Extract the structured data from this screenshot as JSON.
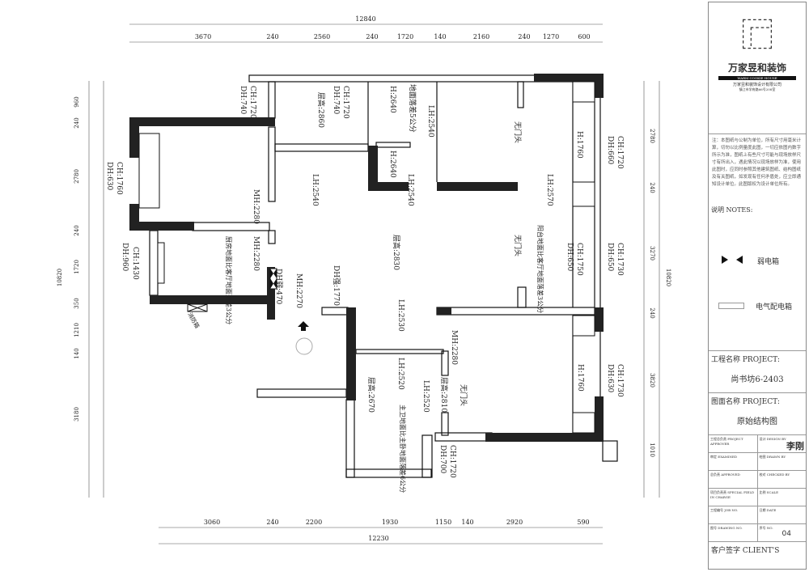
{
  "dimensions": {
    "top_total": "12840",
    "top": [
      "3670",
      "240",
      "2560",
      "240",
      "1720",
      "140",
      "2160",
      "240",
      "1270",
      "600"
    ],
    "bottom_total": "12230",
    "bottom": [
      "3060",
      "240",
      "2200",
      "1930",
      "1150",
      "140",
      "2920",
      "590"
    ],
    "left_total": "10820",
    "left": [
      "960",
      "240",
      "2780",
      "240",
      "1720",
      "350",
      "1210",
      "140",
      "3180"
    ],
    "right_total": "10820",
    "right": [
      "2780",
      "240",
      "3270",
      "240",
      "3820",
      "1010"
    ]
  },
  "labels": {
    "ch1720a": "CH:1720",
    "dh740a": "DH:740",
    "ch1720b": "CH:1720",
    "dh740b": "DH:740",
    "h2860": "层高:2860",
    "h2640a": "H:2640",
    "h2640b": "H:2640",
    "floor5": "地面落差5公分",
    "lh2540a": "LH:2540",
    "lh2540b": "LH:2540",
    "lh2540c": "LH:2540",
    "ch1760": "CH:1760",
    "dh630a": "DH:630",
    "mh2280a": "MH:2280",
    "mh2280b": "MH:2280",
    "kitchen": "厨房地面比客厅地面落差3公分",
    "ch1430": "CH:1430",
    "dh960": "DH:960",
    "dh_weak": "DH弱:470",
    "mh2270": "MH:2270",
    "dh_strong": "DH强:1770",
    "h2830": "层高:2830",
    "lh2570": "LH:2570",
    "balcony": "阳台地面比客厅地面落差3公分",
    "no_lintel1": "无门头",
    "no_lintel2": "无门头",
    "no_lintel3": "无门头",
    "h1760a": "H:1760",
    "ch1720c": "CH:1720",
    "dh660": "DH:660",
    "ch1750": "CH:1750",
    "dh650a": "DH:650",
    "ch1730a": "CH:1730",
    "dh650b": "DH:650",
    "lh2530": "LH:2530",
    "mh2280c": "MH:2280",
    "lh2520a": "LH:2520",
    "lh2520b": "LH:2520",
    "h2670": "层高:2670",
    "h2810": "层高:2810",
    "bath": "主卫地面比主卧地面落差6公分",
    "h1760b": "H:1760",
    "ch1730b": "CH:1730",
    "dh630b": "DH:630",
    "ch1720d": "CH:1720",
    "dh700": "DH:700",
    "fire": "消防箱"
  },
  "title_block": {
    "company_logo": "万家昱和装饰",
    "company_en": "WARM COOKIE HOUSE",
    "company_name": "万家昱和装饰设计有限公司",
    "address": "镇江市学府路66号208室",
    "notes": "注：本图纸与公制为单位，所有尺寸用毫米计算，切勿以比例量度此图，一切应依图内数字所示为准，图纸上有些尺寸可能与现场放样尺寸有所出入，遇此情况以现场放样为准，使用此图时，应同时参照其他建筑图纸、结构图纸及有关图纸，如发现有任何矛盾处，应立即通知设计单位。此图版权为设计单位所有。",
    "legend_title": "说明  NOTES:",
    "legend_weak": "弱电箱",
    "legend_elec": "电气配电箱",
    "project_label": "工程名称 PROJECT:",
    "project_name": "尚书坊6-2403",
    "drawing_label": "图面名称 PROJECT:",
    "drawing_name": "原始结构图",
    "fields": [
      [
        "工程总负责 PROJECT APPROVER",
        "设计 DESIGN BY"
      ],
      [
        "审定 EXAMINED",
        "绘图 DRAWN BY"
      ],
      [
        "总负责 APPROVED",
        "校对 CHECKED BY"
      ],
      [
        "项目负责责 SPECIAL FIELD IN CHARGE",
        "比例 SCALE"
      ],
      [
        "工程编号 JOB NO.",
        "日期 DATE"
      ],
      [
        "图号 DRAWING NO.",
        "序号 NO."
      ]
    ],
    "signature": "李刚",
    "sheet_no": "04",
    "client_label": "客户签字 CLIENT'S"
  }
}
